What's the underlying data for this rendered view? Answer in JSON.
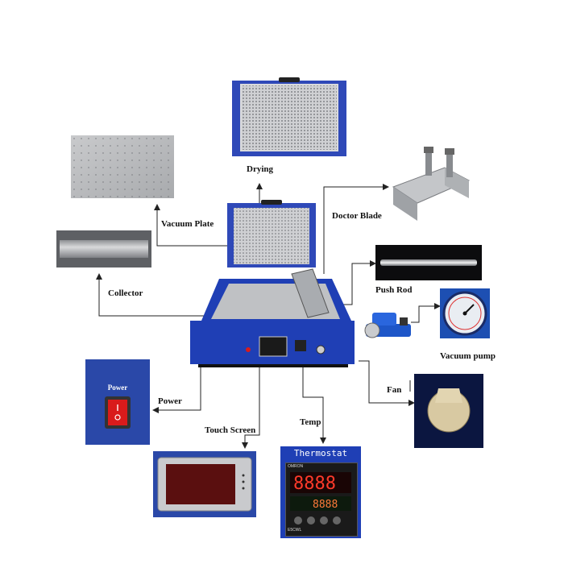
{
  "labels": {
    "drying": "Drying",
    "vacuum_plate": "Vacuum Plate",
    "doctor_blade": "Doctor Blade",
    "collector": "Collector",
    "push_rod": "Push Rod",
    "vacuum_pump": "Vacuum pump",
    "power": "Power",
    "fan": "Fan",
    "touch_screen": "Touch Screen",
    "temp": "Temp"
  },
  "power_panel_text": "Power",
  "thermostat": {
    "title": "Thermostat",
    "brand": "OMRON",
    "model": "E5CWL"
  },
  "colors": {
    "machine_blue": "#1f3fb5",
    "panel_blue": "#2a48a8",
    "switch_red": "#d91b1b",
    "steel": "#b9bcc0"
  }
}
